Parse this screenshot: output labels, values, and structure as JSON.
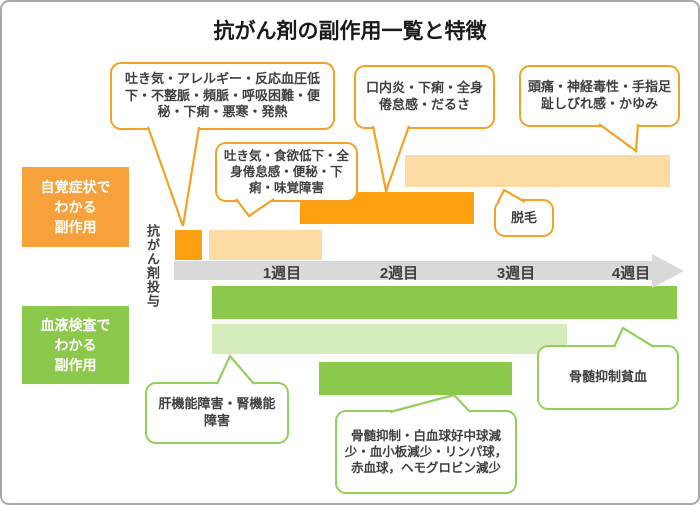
{
  "title": "抗がん剤の副作用一覧と特徴",
  "categories": [
    {
      "id": "subjective",
      "label": "自覚症状で\nわかる\n副作用",
      "color": "#f6a13b"
    },
    {
      "id": "blood",
      "label": "血液検査で\nわかる\n副作用",
      "color": "#8cc84b"
    }
  ],
  "axis": {
    "vertical_label": "抗がん剤投与",
    "ticks": [
      "1週目",
      "2週目",
      "3週目",
      "4週目"
    ]
  },
  "callouts": {
    "nausea_allergy": {
      "text": "吐き気・アレルギー・反応血圧低下・不整脈・頻脈・呼吸困難・便秘・下痢・悪寒・発熱",
      "border_color": "#f3a227"
    },
    "appetite": {
      "text": "吐き気・食欲低下・全身倦怠感・便秘・下痢・味覚障害",
      "border_color": "#f3a227"
    },
    "stomatitis": {
      "text": "口内炎・下痢・全身倦怠感・だるさ",
      "border_color": "#f3a227"
    },
    "neuro": {
      "text": "頭痛・神経毒性・手指足趾しびれ感・かゆみ",
      "border_color": "#f3a227"
    },
    "hair_loss": {
      "text": "脱毛",
      "border_color": "#f3a227"
    },
    "liver_kidney": {
      "text": "肝機能障害・腎機能障害",
      "border_color": "#94ce5d"
    },
    "myelosuppression": {
      "text": "骨髄抑制・白血球好中球減少・血小板減少・リンパ球，赤血球，ヘモグロビン減少",
      "border_color": "#94ce5d"
    },
    "anemia": {
      "text": "骨髄抑制貧血",
      "border_color": "#94ce5d"
    }
  },
  "colors": {
    "bar_orange": "#ffa010",
    "bar_orange_light": "#fcdba5",
    "bar_green": "#8cc84b",
    "bar_green_light": "#d5ecbd",
    "timeline_gray": "#d9d9d9"
  },
  "timeline_bars": [
    {
      "id": "injection-spike",
      "row": "subjective",
      "shade": "dark",
      "approx_weeks": [
        0.0,
        0.3
      ]
    },
    {
      "id": "acute-subjective",
      "row": "subjective",
      "shade": "light",
      "approx_weeks": [
        0.3,
        1.4
      ]
    },
    {
      "id": "mid-subjective",
      "row": "subjective",
      "shade": "dark",
      "approx_weeks": [
        1.2,
        2.8
      ]
    },
    {
      "id": "late-subjective",
      "row": "subjective",
      "shade": "light",
      "approx_weeks": [
        2.1,
        4.6
      ]
    },
    {
      "id": "blood-main",
      "row": "blood",
      "shade": "dark",
      "approx_weeks": [
        0.4,
        4.7
      ]
    },
    {
      "id": "blood-liver",
      "row": "blood",
      "shade": "light",
      "approx_weeks": [
        0.4,
        3.6
      ]
    },
    {
      "id": "blood-marrow",
      "row": "blood",
      "shade": "dark",
      "approx_weeks": [
        1.3,
        3.1
      ]
    }
  ]
}
